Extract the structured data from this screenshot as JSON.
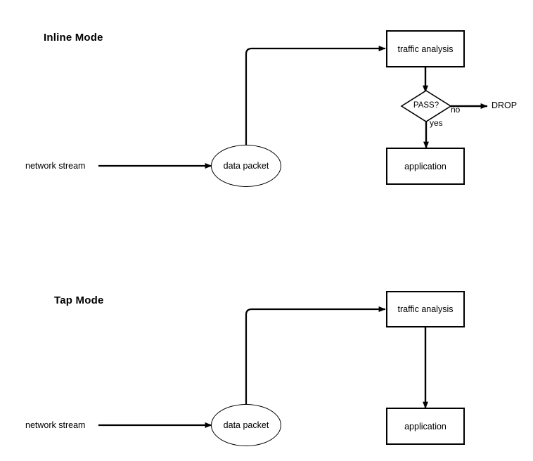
{
  "page": {
    "background": "#ffffff",
    "stroke_color": "#000000",
    "text_color": "#000000"
  },
  "sections": [
    {
      "id": "inline",
      "title": "Inline Mode",
      "nodes": {
        "traffic_analysis": "traffic analysis",
        "decision": "PASS?",
        "application": "application",
        "data_packet": "data packet",
        "drop": "DROP"
      },
      "labels": {
        "network_stream": "network stream",
        "no": "no",
        "yes": "yes"
      }
    },
    {
      "id": "tap",
      "title": "Tap Mode",
      "nodes": {
        "traffic_analysis": "traffic analysis",
        "application": "application",
        "data_packet": "data packet"
      },
      "labels": {
        "network_stream": "network stream"
      }
    }
  ]
}
